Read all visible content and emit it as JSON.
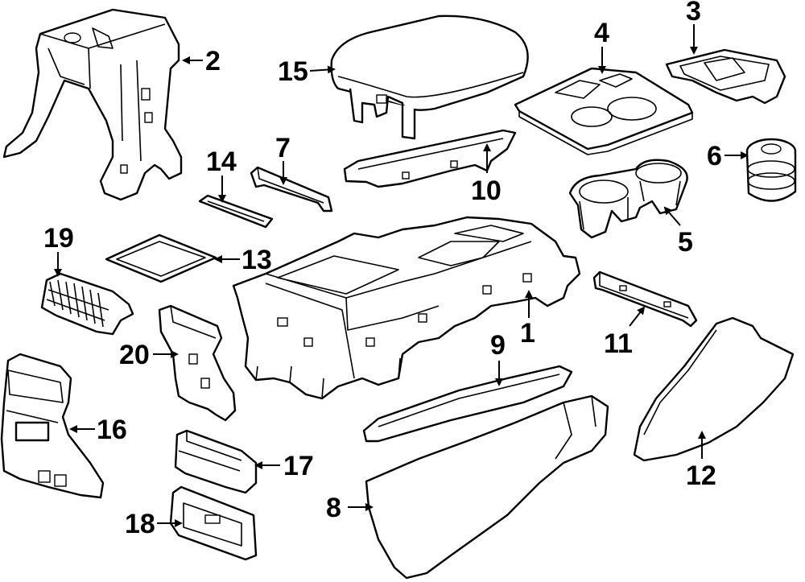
{
  "parts": [
    {
      "id": "1",
      "label": "1"
    },
    {
      "id": "2",
      "label": "2"
    },
    {
      "id": "3",
      "label": "3"
    },
    {
      "id": "4",
      "label": "4"
    },
    {
      "id": "5",
      "label": "5"
    },
    {
      "id": "6",
      "label": "6"
    },
    {
      "id": "7",
      "label": "7"
    },
    {
      "id": "8",
      "label": "8"
    },
    {
      "id": "9",
      "label": "9"
    },
    {
      "id": "10",
      "label": "10"
    },
    {
      "id": "11",
      "label": "11"
    },
    {
      "id": "12",
      "label": "12"
    },
    {
      "id": "13",
      "label": "13"
    },
    {
      "id": "14",
      "label": "14"
    },
    {
      "id": "15",
      "label": "15"
    },
    {
      "id": "16",
      "label": "16"
    },
    {
      "id": "17",
      "label": "17"
    },
    {
      "id": "18",
      "label": "18"
    },
    {
      "id": "19",
      "label": "19"
    },
    {
      "id": "20",
      "label": "20"
    }
  ]
}
